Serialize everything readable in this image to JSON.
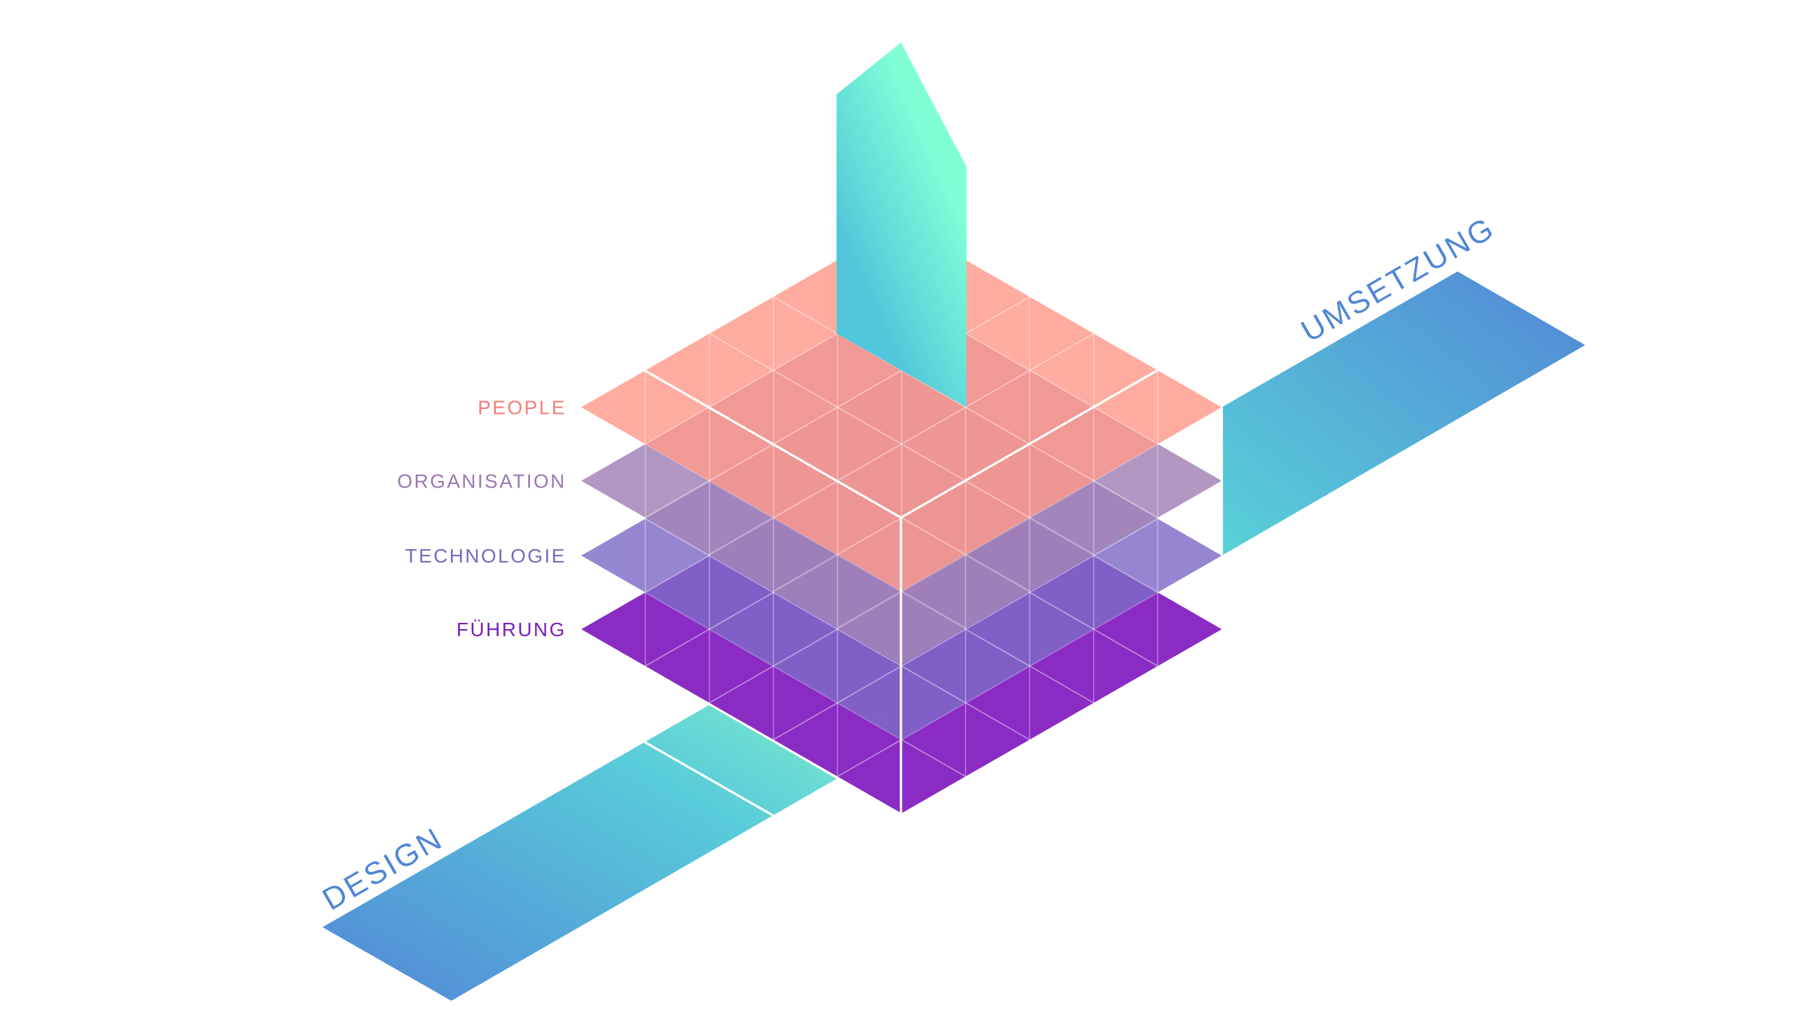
{
  "layers": [
    {
      "label": "FÜHRUNG",
      "fill": "#8a2cc4",
      "label_color": "#7a1fb8",
      "opacity": 1
    },
    {
      "label": "TECHNOLOGIE",
      "fill": "#7f6cc8",
      "label_color": "#7a68c2",
      "opacity": 0.82
    },
    {
      "label": "ORGANISATION",
      "fill": "#a585b8",
      "label_color": "#9a78b0",
      "opacity": 0.85
    },
    {
      "label": "PEOPLE",
      "fill": "#ff9a8c",
      "label_color": "#f47d78",
      "opacity": 0.82
    }
  ],
  "axes": {
    "design": "DESIGN",
    "umsetzung": "UMSETZUNG"
  },
  "colors": {
    "tower_top": "#80ffd6",
    "tower_bottom": "#52c6da",
    "band_light": "#58d2d8",
    "band_dark": "#5286d6",
    "grid_line": "#ffffff"
  }
}
